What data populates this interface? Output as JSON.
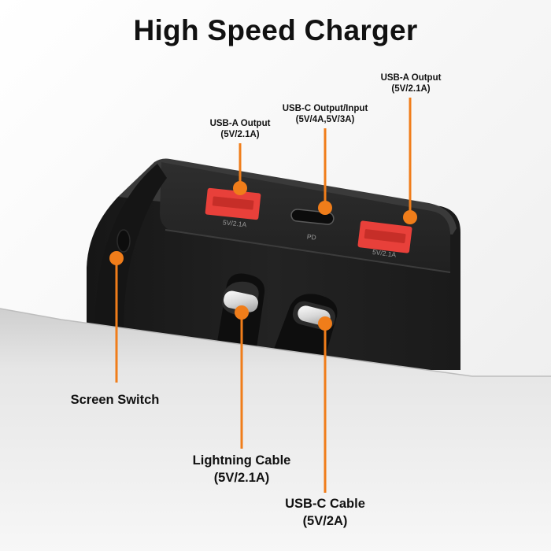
{
  "title": "High Speed Charger",
  "colors": {
    "accent": "#f07d1a",
    "device": "#1e1e1e",
    "port_red": "#e8403a",
    "background": "#ffffff"
  },
  "callouts": {
    "usb_a_left": {
      "line1": "USB-A Output",
      "line2": "(5V/2.1A)"
    },
    "usb_c": {
      "line1": "USB-C Output/Input",
      "line2": "(5V/4A,5V/3A)"
    },
    "usb_a_right": {
      "line1": "USB-A Output",
      "line2": "(5V/2.1A)"
    },
    "screen_switch": {
      "line1": "Screen Switch"
    },
    "lightning_cable": {
      "line1": "Lightning Cable",
      "line2": "(5V/2.1A)"
    },
    "usbc_cable": {
      "line1": "USB-C Cable",
      "line2": "(5V/2A)"
    }
  },
  "ports": {
    "left_rating": "5V/2.1A",
    "pd": "PD",
    "right_rating": "5V/2.1A"
  }
}
